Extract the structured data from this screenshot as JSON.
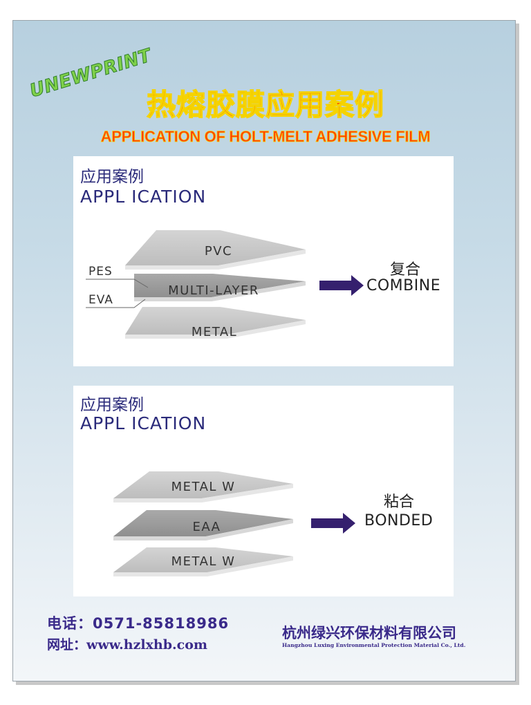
{
  "header": {
    "brand": "UNEWPRINT",
    "title_cn": "热熔胶膜应用案例",
    "title_en": "APPLICATION OF HOLT-MELT ADHESIVE FILM"
  },
  "panel1": {
    "heading_cn": "应用案例",
    "heading_en": "APPL ICATION",
    "layers": [
      "PVC",
      "MULTI-LAYER",
      "METAL"
    ],
    "side_labels": [
      "PES",
      "EVA"
    ],
    "result_cn": "复合",
    "result_en": "COMBINE"
  },
  "panel2": {
    "heading_cn": "应用案例",
    "heading_en": "APPL ICATION",
    "layers": [
      "METAL  W",
      "EAA",
      "METAL  W"
    ],
    "result_cn": "粘合",
    "result_en": "BONDED"
  },
  "footer": {
    "phone": "电话：0571-85818986",
    "website": "网址：www.hzlxhb.com",
    "company_cn": "杭州绿兴环保材料有限公司",
    "company_en": "Hangzhou Luxing Environmental Protection Material Co., Ltd."
  },
  "colors": {
    "title": "#ff3f00",
    "title_outline": "#f5d300",
    "brand": "#7fd04a",
    "heading": "#2a2a7a",
    "arrow": "#35206e",
    "footer": "#3a2a8a"
  }
}
